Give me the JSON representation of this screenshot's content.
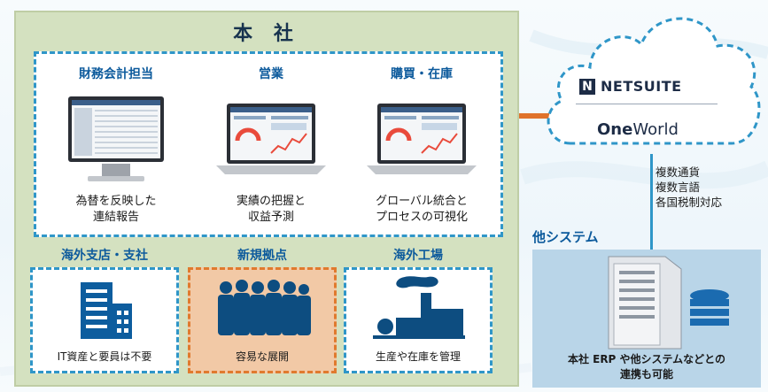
{
  "headquarters": {
    "title": "本 社"
  },
  "departments": [
    {
      "name": "財務会計担当",
      "desc_line1": "為替を反映した",
      "desc_line2": "連結報告"
    },
    {
      "name": "営業",
      "desc_line1": "実績の把握と",
      "desc_line2": "収益予測"
    },
    {
      "name": "購買・在庫",
      "desc_line1": "グローバル統合と",
      "desc_line2": "プロセスの可視化"
    }
  ],
  "sites": [
    {
      "title": "海外支店・支社",
      "caption": "IT資産と要員は不要"
    },
    {
      "title": "新規拠点",
      "caption": "容易な展開"
    },
    {
      "title": "海外工場",
      "caption": "生産や在庫を管理"
    }
  ],
  "cloud": {
    "brand": "NETSUITE",
    "brand_prefix": "N",
    "product_bold": "One",
    "product_rest": "World"
  },
  "features": [
    "複数通貨",
    "複数言語",
    "各国税制対応"
  ],
  "other_systems": {
    "title": "他システム",
    "caption_line1": "本社 ERP や他システムなどとの",
    "caption_line2": "連携も可能"
  },
  "colors": {
    "headquarters_bg": "#d4e1c0",
    "dashed_border": "#2f96c8",
    "highlight_bg": "#f2c9a6",
    "highlight_border": "#e07a2e",
    "connector": "#e0732b",
    "heading_text": "#0c5a9c",
    "other_bg": "#b9d5e8"
  }
}
